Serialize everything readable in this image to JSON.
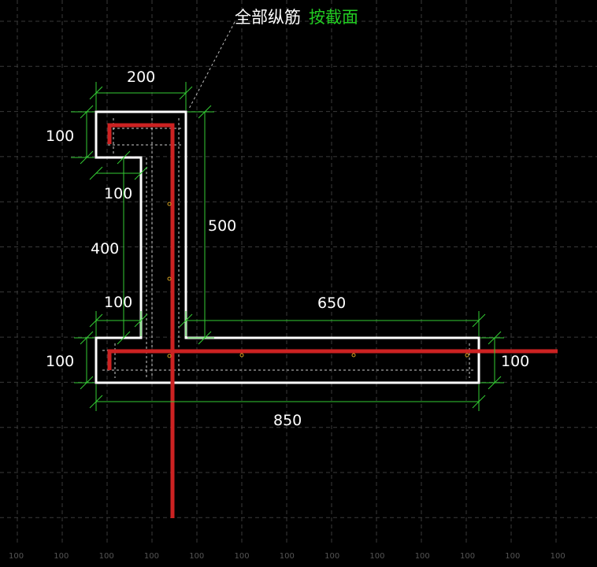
{
  "annotation": {
    "prefix": "全部纵筋",
    "link": "按截面"
  },
  "dimensions": {
    "top_width": "200",
    "left_top_height": "100",
    "inner_flange": "100",
    "web_height": "400",
    "right_height": "500",
    "lower_flange": "100",
    "right_length": "650",
    "bottom_left_height": "100",
    "bottom_right_height": "100",
    "total_length": "850"
  },
  "grid_ticks": [
    "100",
    "100",
    "100",
    "100",
    "100",
    "100",
    "100",
    "100",
    "100",
    "100",
    "100",
    "100",
    "100"
  ],
  "colors": {
    "outline": "#ffffff",
    "dimension": "#33cc33",
    "rebar": "#cc2222",
    "grid": "#3a3a3a",
    "note_green": "#22cc22"
  }
}
